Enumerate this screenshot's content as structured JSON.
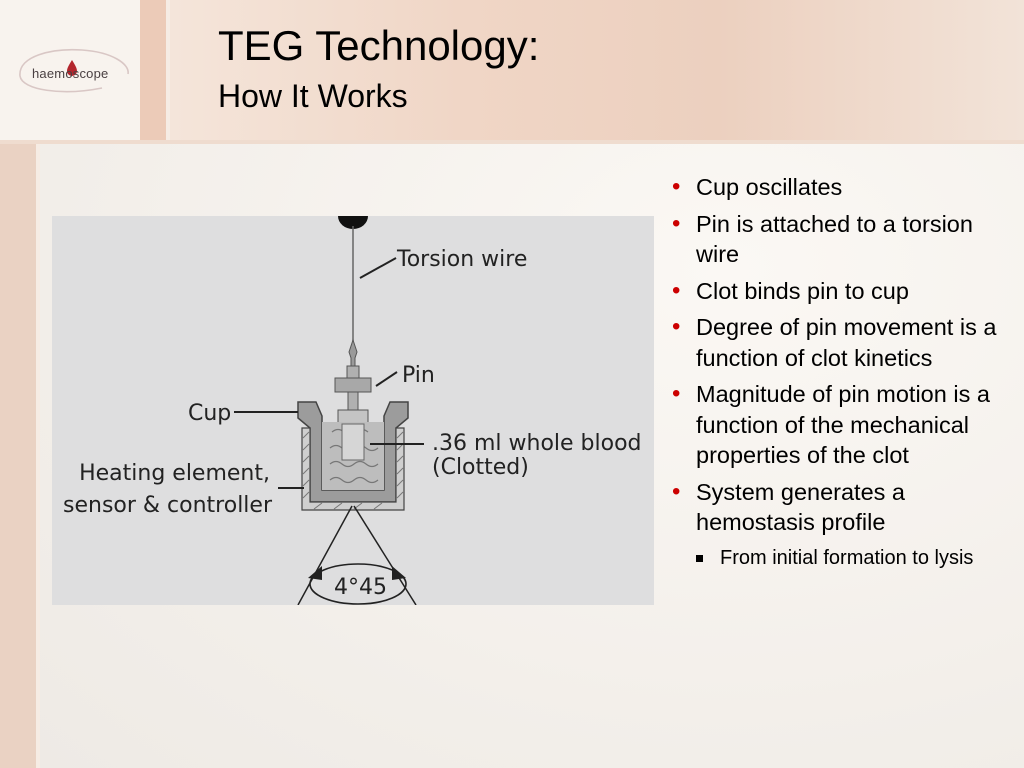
{
  "header": {
    "title": "TEG Technology:",
    "subtitle": "How It Works",
    "logo_text": "haemoscope"
  },
  "diagram": {
    "labels": {
      "torsion_wire": "Torsion wire",
      "pin": "Pin",
      "cup": "Cup",
      "blood_line1": ".36 ml whole blood",
      "blood_line2": "(Clotted)",
      "heating_line1": "Heating element,",
      "heating_line2": "sensor & controller",
      "angle": "4°45"
    }
  },
  "bullets": [
    {
      "text": "Cup oscillates"
    },
    {
      "text": "Pin is attached to a torsion wire"
    },
    {
      "text": "Clot binds pin to cup"
    },
    {
      "text": "Degree of pin movement is a function of clot kinetics"
    },
    {
      "text": "Magnitude of pin motion is a function of the mechanical properties of the clot"
    },
    {
      "text": "System generates a hemostasis profile",
      "sub": [
        "From initial formation to lysis"
      ]
    }
  ],
  "colors": {
    "bullet": "#cc0000",
    "header_band": "#f0d6c6",
    "diagram_bg": "#dededf"
  }
}
